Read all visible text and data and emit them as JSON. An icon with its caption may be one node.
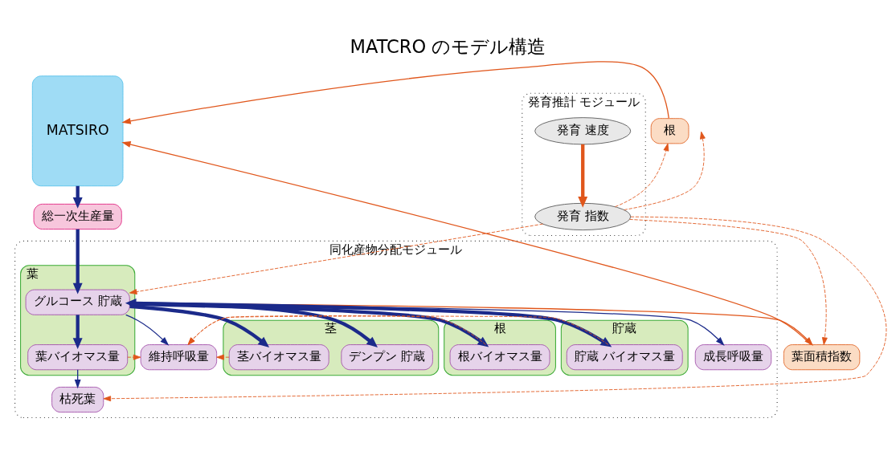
{
  "diagram": {
    "title": "MATCRO のモデル構造",
    "nodes": [
      {
        "text": [
          "MATSIRO"
        ]
      },
      {
        "text": [
          "総一次生産量"
        ]
      },
      {
        "text": [
          "葉面積指数"
        ]
      },
      {
        "text": [
          "根"
        ]
      },
      {
        "text": [
          "同化産物分配モジュール"
        ]
      },
      {
        "text": [
          "維持呼吸量"
        ],
        "in": 4
      },
      {
        "text": [
          "葉"
        ],
        "in": 4
      },
      {
        "text": [
          "グルコース 貯蔵"
        ],
        "in": 6
      },
      {
        "text": [
          "葉バイオマス量"
        ],
        "in": 6
      },
      {
        "text": [
          "茎"
        ],
        "in": 4
      },
      {
        "text": [
          "デンプン 貯蔵"
        ],
        "in": 9
      },
      {
        "text": [
          "茎バイオマス量"
        ],
        "in": 9
      },
      {
        "text": [
          "根"
        ],
        "in": 4
      },
      {
        "text": [
          "根バイオマス量"
        ],
        "in": 12
      },
      {
        "text": [
          "貯蔵"
        ],
        "in": 4
      },
      {
        "text": [
          "貯蔵 バイオマス量"
        ],
        "in": 14
      },
      {
        "text": [
          "枯死葉"
        ],
        "in": 4
      },
      {
        "text": [
          "成長呼吸量"
        ],
        "in": 4
      },
      {
        "text": [
          "発育推計 モジュール"
        ]
      },
      {
        "text": [
          "発育 速度"
        ],
        "in": 18
      },
      {
        "text": [
          "発育 指数"
        ],
        "in": 18
      }
    ],
    "edges": [
      {
        "from": 0,
        "to": 1,
        "arrow": "to",
        "style": "thick",
        "color": "#1b2a8a"
      },
      {
        "from": 1,
        "to": 7,
        "arrow": "to",
        "style": "thick",
        "color": "#1b2a8a"
      },
      {
        "from": 7,
        "to": 5,
        "arrow": "to",
        "color": "#1b2a8a"
      },
      {
        "from": 7,
        "to": 10,
        "arrow": "both",
        "style": "thick",
        "color": "#1b2a8a"
      },
      {
        "from": 7,
        "to": 8,
        "arrow": "to",
        "style": "thick",
        "color": "#1b2a8a"
      },
      {
        "from": 7,
        "to": 11,
        "arrow": "to",
        "style": "thick",
        "color": "#1b2a8a"
      },
      {
        "from": 7,
        "to": 13,
        "arrow": "to",
        "style": "thick",
        "color": "#1b2a8a"
      },
      {
        "from": 7,
        "to": 15,
        "arrow": "to",
        "style": "thick",
        "color": "#1b2a8a"
      },
      {
        "from": 7,
        "to": 17,
        "arrow": "to",
        "color": "#1b2a8a"
      },
      {
        "from": 8,
        "to": 16,
        "arrow": "to",
        "color": "#1b2a8a"
      },
      {
        "from": 6,
        "to": 2,
        "arrow": "to"
      },
      {
        "from": 2,
        "to": 0,
        "arrow": "to"
      },
      {
        "from": 3,
        "to": 0,
        "arrow": "to"
      },
      {
        "from": 19,
        "to": 20,
        "arrow": "to",
        "style": "thick"
      },
      {
        "from": 8,
        "to": 5,
        "arrow": "to",
        "style": "dashed"
      },
      {
        "from": 11,
        "to": 5,
        "arrow": "to",
        "style": "dashed"
      },
      {
        "from": 13,
        "to": 5,
        "arrow": "to",
        "style": "dashed"
      },
      {
        "from": 15,
        "to": 5,
        "arrow": "to",
        "style": "dashed"
      },
      {
        "from": 20,
        "to": 7,
        "arrow": "to",
        "style": "dashed"
      },
      {
        "from": 20,
        "to": null,
        "arrow": "to",
        "style": "dashed"
      },
      {
        "from": 20,
        "to": 16,
        "arrow": "to",
        "style": "dashed"
      },
      {
        "from": 20,
        "to": 2,
        "arrow": "to",
        "style": "dashed"
      },
      {
        "from": 20,
        "to": 3,
        "arrow": "to",
        "style": "dashed"
      }
    ]
  }
}
